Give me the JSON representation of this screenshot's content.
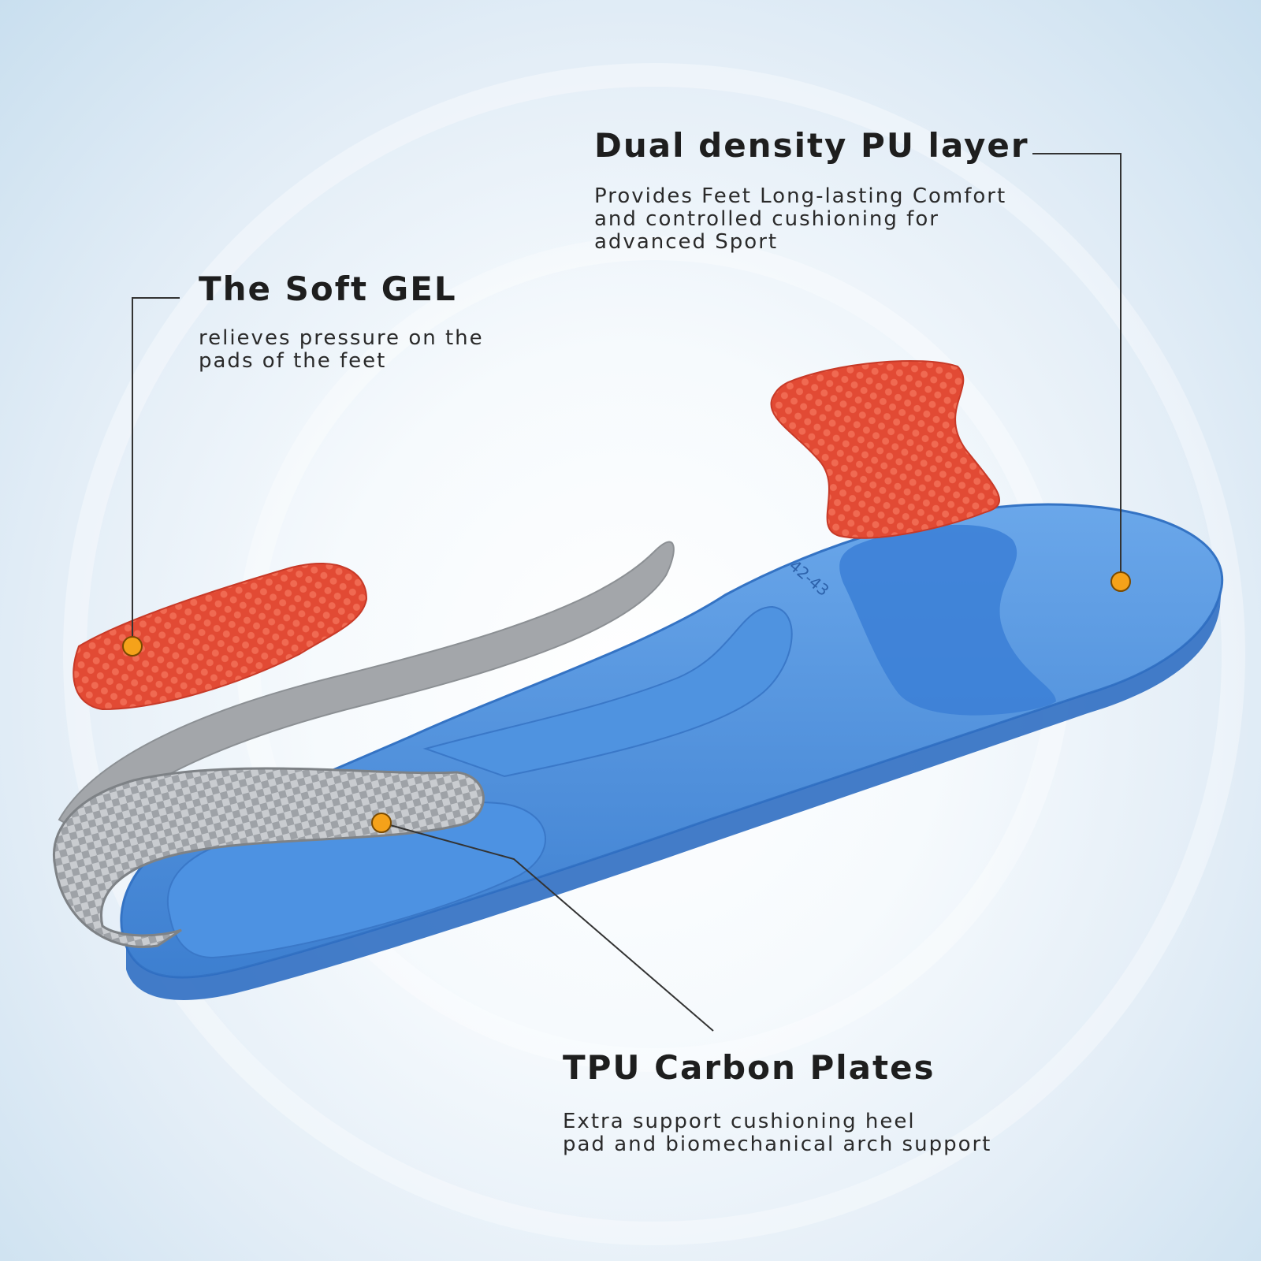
{
  "callouts": {
    "soft_gel": {
      "title": "The Soft GEL",
      "description": "relieves pressure on the\npads of the feet"
    },
    "pu_layer": {
      "title": "Dual density PU layer",
      "description": "Provides Feet Long-lasting Comfort\nand controlled cushioning for\nadvanced Sport"
    },
    "tpu_plates": {
      "title": "TPU Carbon Plates",
      "description": "Extra support cushioning heel\npad  and biomechanical arch support"
    }
  },
  "insole": {
    "size_label": "42-43"
  },
  "colors": {
    "insole_blue": "#4a8fdc",
    "gel_red": "#e0402e",
    "carbon_gray": "#a9acb0",
    "marker_orange": "#f5a21a",
    "leader_line": "#333333"
  }
}
